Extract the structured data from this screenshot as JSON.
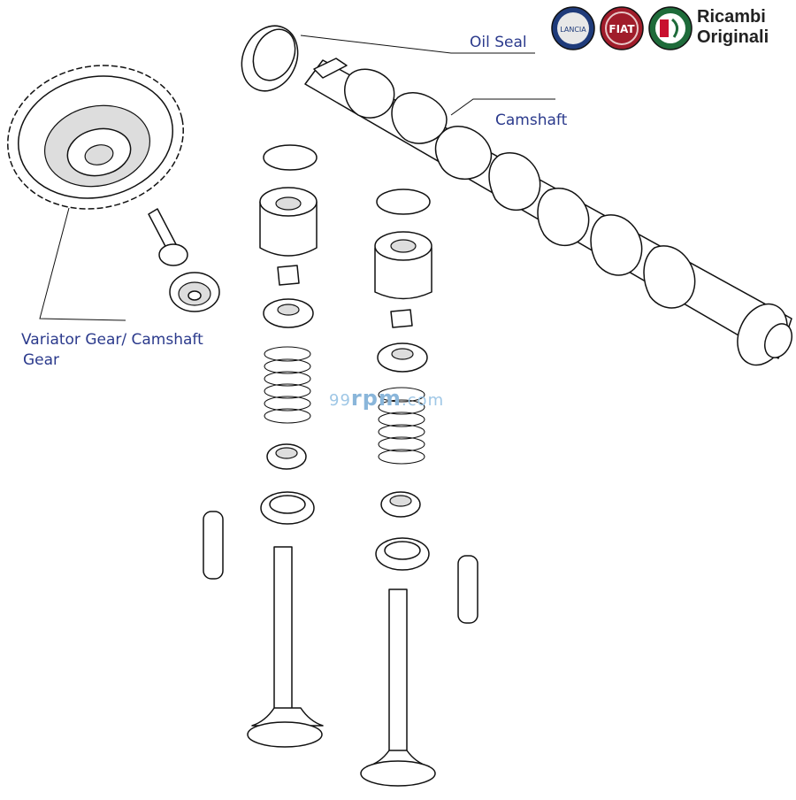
{
  "labels": {
    "oil_seal": "Oil Seal",
    "camshaft": "Camshaft",
    "variator_line1": "Variator Gear/ Camshaft",
    "variator_line2": "Gear"
  },
  "brand": {
    "line1": "Ricambi",
    "line2": "Originali",
    "logos": [
      "lancia-logo",
      "fiat-logo",
      "alfa-romeo-logo"
    ]
  },
  "watermark": {
    "prefix": "99",
    "mid": "rpm",
    "suffix": ".com"
  },
  "colors": {
    "label_text": "#2b3a8c",
    "line_art": "#111111",
    "watermark": "#9fc7e6",
    "lancia": "#1f3b7a",
    "fiat": "#a01c2a",
    "alfa": "#1e6b3a"
  }
}
